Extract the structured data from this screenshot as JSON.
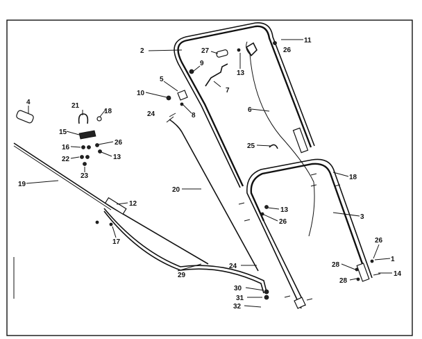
{
  "diagram": {
    "callouts": [
      "1",
      "2",
      "3",
      "4",
      "5",
      "6",
      "7",
      "8",
      "9",
      "10",
      "11",
      "12",
      "13",
      "13",
      "13",
      "14",
      "15",
      "16",
      "17",
      "18",
      "18",
      "19",
      "20",
      "21",
      "22",
      "23",
      "24",
      "24",
      "25",
      "26",
      "26",
      "26",
      "26",
      "27",
      "28",
      "28",
      "29",
      "30",
      "31",
      "32"
    ]
  }
}
